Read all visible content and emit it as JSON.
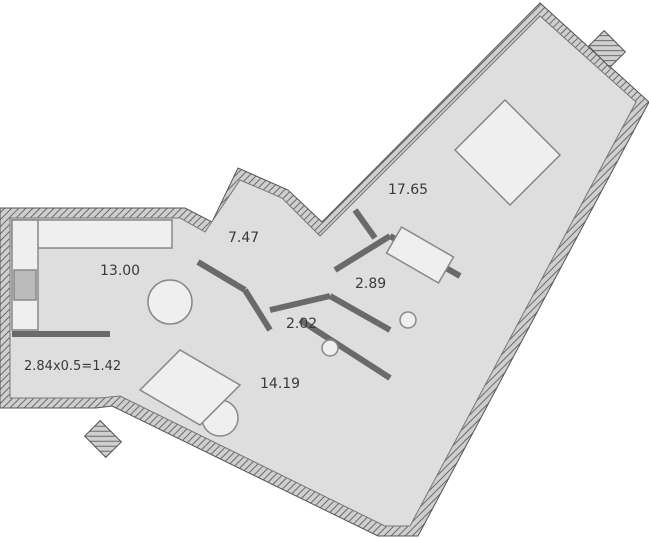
{
  "plan": {
    "rooms": [
      {
        "id": "kitchen",
        "area": "13.00"
      },
      {
        "id": "hall",
        "area": "7.47"
      },
      {
        "id": "bedroom",
        "area": "17.65"
      },
      {
        "id": "bathroom",
        "area": "2.89"
      },
      {
        "id": "toilet",
        "area": "2.02"
      },
      {
        "id": "living",
        "area": "14.19"
      },
      {
        "id": "balcony",
        "area": "2.84x0.5=1.42"
      }
    ],
    "colors": {
      "wall": "#5a5a5a",
      "floor": "#d9d9d9",
      "hatch": "#8a8a8a"
    }
  }
}
